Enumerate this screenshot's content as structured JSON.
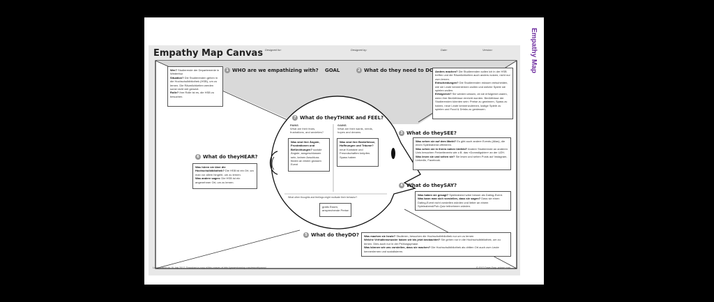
{
  "side_title": "Empathy Map",
  "canvas": {
    "title": "Empathy Map Canvas",
    "meta": {
      "designed_for": "Designed for:",
      "designed_by": "Designed by:",
      "date": "Date:",
      "version": "Version:"
    },
    "goal": "GOAL",
    "sections": {
      "who": {
        "num": "1",
        "heading": "WHO are we empathizing  with?",
        "lines": [
          {
            "k": "Wer?",
            "v": " Studierende der Departemente in Winterthur"
          },
          {
            "k": "Situation?",
            "v": " Die Studierenden gehen in die Hochschulbibliothek (HSB), um zu lernen. Die Räumlichkeiten werden sonst nicht viel genutzt."
          },
          {
            "k": "Rolle?",
            "v": " Ihre Rolle ist es, die HSB zu besuchen."
          }
        ]
      },
      "do_need": {
        "num": "2",
        "heading": "What do they need to DO?",
        "lines": [
          {
            "k": "Anders machen?",
            "v": " Die Studierenden sollen ich in der HSB treffen und die Räumlichkeiten auch anders nutzen, nicht nur zum lernen."
          },
          {
            "k": "Entscheidungen?",
            "v": " Die Studierenden müssen entscheiden, wie sie Leute kennenlernen wollen und welche Spiele sie spielen wollen."
          },
          {
            "k": "Erfolgreich?",
            "v": " Sie werden wissen, ob sie erfolgreich waren, wenn ihre Bedürfnisse erreicht wurden. Bedürfnisse der Studierenden könnten sein: Preise zu gewinnen, Spass zu haben, neue Leute kennenzulernen, lustige Spiele zu spielen und Food & Drinks zu geniessen."
          }
        ]
      },
      "see": {
        "num": "3",
        "heading": "What do theySEE?",
        "lines": [
          {
            "k": "Was sehen sie auf dem Markt?",
            "v": " Es gibt auch andere Events (Alias), die einen Spieleabend offerieren."
          },
          {
            "k": "Was sehen sie in ihrem nahen Umfeld?",
            "v": "  Andere Studierende an anderen Unis besuchen Freizeitevents wie z.B. das «Donnstigsbier» an der UZH."
          },
          {
            "k": "Was lesen sie und sehen sie?",
            "v": " Sie lesen und sehen Posts auf Instagram, LinkedIn, Facebook."
          }
        ]
      },
      "say": {
        "num": "4",
        "heading": "What do theySAY?",
        "lines": [
          {
            "k": "Was haben sie gesagt?",
            "v": " Spieleabend wäre besser als Dating-Event."
          },
          {
            "k": "Was kann man sich vorstellen, dass sie sagen?",
            "v": " Dass sie einen Dating-Event nicht vorstellen würden und lieber an einem Spieleabend/Pub-Quiz teilnehmen würden."
          }
        ]
      },
      "do": {
        "num": "5",
        "heading": "What do theyDO?",
        "lines": [
          {
            "k": "Was machen sie heute?",
            "v": " Studieren, besuchen die Hochschulbibliothek nur um zu lernen"
          },
          {
            "k": "Welche Verhaltensmuster haben wir bis jetzt beobachtet?",
            "v": " Sie gehen nur in die Hochschulbibliothek, um zu lernen. Dies auch nur in der Prüfungsphase."
          },
          {
            "k": "Was können wir uns vorstellen, dass sie machen?",
            "v": " Die Hochschulbibliothek als dritten Ort auch zum Leute kennenlernen und sozialisieren."
          }
        ]
      },
      "hear": {
        "num": "6",
        "heading": "What do theyHEAR?",
        "lines": [
          {
            "k": "Was hören sie über die Hochschulbibliothek?",
            "v": " Die HSB ist ein Ort, wo man vor allem hingeht, um zu lernen."
          },
          {
            "k": "Was andere sagen:",
            "v": " Die HSB ist ein angenehmer Ort, um zu lernen."
          }
        ]
      },
      "think": {
        "num": "7",
        "heading": "What do theyTHINK and FEEL?",
        "pains": {
          "label": "PAINS",
          "sub": "What are their fears, frustrations,  and anxieties?",
          "k": "Was sind ihre Ängste, Frustrationen und Befürchtungen?",
          "v": " soziale Ängste, ausgeschlossen sein, keinen Anschluss finden an einem grossen Event"
        },
        "gains": {
          "label": "GAINS",
          "sub": "What are their wants, needs, hopes and dreams.",
          "k": "Was sind ihre Bedürfnisse, Hoffnungen und Träume?",
          "v": " neue Kontakte und Freundschaften knüpfen. Spass haben"
        },
        "behaviour_q": "What other  thoughts  and feelings  might  motivate  their  behavior?",
        "behaviour_a": "gratis Essen, ansprechende Preise"
      }
    },
    "footer_left": "Last updated on 16 July 2017. Download a copy of this canvas at http://gamestorming.com/empathymap/",
    "footer_right": "© 2017 Dave  Gray,  xplane.com"
  }
}
